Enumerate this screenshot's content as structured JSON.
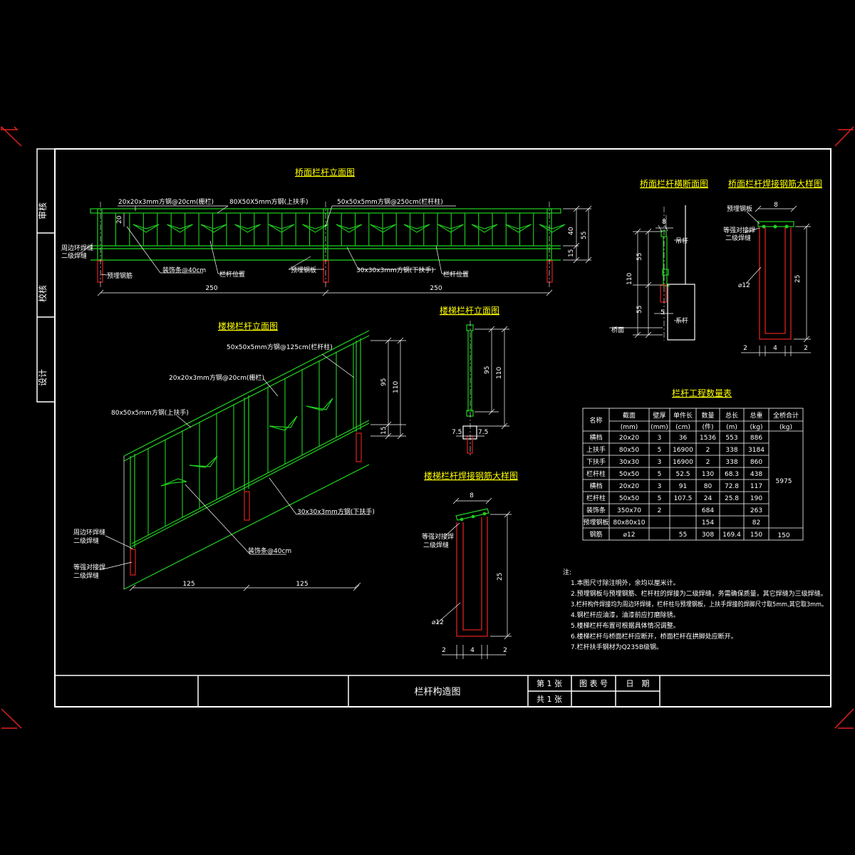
{
  "colors": {
    "bg": "#000000",
    "frame": "#ffffff",
    "green": "#1fd21f",
    "red": "#e02020",
    "yellow": "#ffff00",
    "text": "#ffffff"
  },
  "side_labels": [
    "审核",
    "校核",
    "设计"
  ],
  "views": {
    "bridge_elevation": {
      "title": "桥面栏杆立面图",
      "label_bar_small": "20x20x3mm方钢@20cm(栅栏)",
      "label_top_rail": "80X50X5mm方钢(上扶手)",
      "label_post": "50x50x5mm方钢@250cm(栏杆柱)",
      "label_weld": "周边环焊缝",
      "label_weld2": "二级焊缝",
      "label_embed": "预埋钢筋",
      "label_deco": "装饰条@40cm",
      "label_post_pos1": "栏杆位置",
      "label_plate": "预埋钢板",
      "label_bottom_rail": "30x30x3mm方钢(下扶手)",
      "label_post_pos2": "栏杆位置",
      "dim_20": "20",
      "dim_40": "40",
      "dim_55": "55",
      "dim_15": "15",
      "dim_250a": "250",
      "dim_250b": "250"
    },
    "bridge_section": {
      "title": "桥面栏杆横断面图",
      "dim_8": "8",
      "label_hang": "吊杆",
      "dim_55": "55",
      "dim_110": "110",
      "dim_55b": "55",
      "dim_5": "5",
      "label_tie": "系杆",
      "label_deck": "桥面"
    },
    "bridge_weld_detail": {
      "title": "桥面栏杆焊接钢筋大样图",
      "dim_8": "8",
      "label_plate": "预埋钢板",
      "label_weld1": "等强对接焊",
      "label_weld2": "二级焊缝",
      "label_rebar": "⌀12",
      "dim_25": "25",
      "dim_2a": "2",
      "dim_4": "4",
      "dim_2b": "2"
    },
    "stair_elevation": {
      "title": "楼梯栏杆立面图",
      "label_post": "50x50x5mm方钢@125cm(栏杆柱)",
      "label_bar": "20x20x3mm方钢@20cm(栅栏)",
      "label_top": "80x50x5mm方钢(上扶手)",
      "label_bottom": "30x30x3mm方钢(下扶手)",
      "label_deco": "装饰条@40cm",
      "label_weld1": "周边环焊缝",
      "label_weld2": "二级焊缝",
      "label_weld3": "等强对接焊",
      "label_weld4": "二级焊缝",
      "dim_95": "95",
      "dim_110": "110",
      "dim_15": "15",
      "dim_125a": "125",
      "dim_125b": "125"
    },
    "stair_section": {
      "title": "楼梯栏杆立面图",
      "dim_95": "95",
      "dim_110": "110",
      "dim_75a": "7.5",
      "dim_75b": "7.5"
    },
    "stair_weld_detail": {
      "title": "楼梯栏杆焊接钢筋大样图",
      "dim_8": "8",
      "label_weld1": "等强对接焊",
      "label_weld2": "二级焊缝",
      "dim_25": "25",
      "label_rebar": "⌀12",
      "dim_2a": "2",
      "dim_4": "4",
      "dim_2b": "2"
    }
  },
  "table": {
    "title": "栏杆工程数量表",
    "headers": [
      "名称",
      "截面",
      "壁厚",
      "单件长",
      "数量",
      "总长",
      "总重",
      "全桥合计"
    ],
    "units": [
      "(mm)",
      "(mm)",
      "(cm)",
      "(件)",
      "(m)",
      "(kg)",
      "(kg)"
    ],
    "rows": [
      [
        "横档",
        "20x20",
        "3",
        "36",
        "1536",
        "553",
        "886"
      ],
      [
        "上扶手",
        "80x50",
        "5",
        "16900",
        "2",
        "338",
        "3184"
      ],
      [
        "下扶手",
        "30x30",
        "3",
        "16900",
        "2",
        "338",
        "860"
      ],
      [
        "栏杆柱",
        "50x50",
        "5",
        "52.5",
        "130",
        "68.3",
        "438"
      ],
      [
        "横档",
        "20x20",
        "3",
        "91",
        "80",
        "72.8",
        "117"
      ],
      [
        "栏杆柱",
        "50x50",
        "5",
        "107.5",
        "24",
        "25.8",
        "190"
      ],
      [
        "装饰条",
        "350x70",
        "2",
        "",
        "684",
        "",
        "263"
      ],
      [
        "预埋钢板",
        "80x80x10",
        "",
        "",
        "154",
        "",
        "82"
      ],
      [
        "钢筋",
        "⌀12",
        "",
        "55",
        "308",
        "169.4",
        "150"
      ]
    ],
    "total_merged": "5975",
    "total_last": "150"
  },
  "notes": {
    "heading": "注:",
    "lines": [
      "1.本图尺寸除注明外，余均以厘米计。",
      "2.预埋钢板与预埋钢筋、栏杆柱的焊接为二级焊缝，务需确保质量，其它焊缝为三级焊缝。",
      "3.栏杆构件焊接均为周边环焊缝，栏杆柱与预埋钢板，上扶手焊接的焊脚尺寸取5mm,其它取3mm。",
      "4.钢栏杆应油漆，油漆前应打磨除锈。",
      "5.楼梯栏杆布置可根据具体情况调整。",
      "6.楼梯栏杆与桥面栏杆应断开，桥面栏杆在拱脚处应断开。",
      "7.栏杆扶手钢材为Q235B级钢。"
    ]
  },
  "title_block": {
    "drawing_title": "栏杆构造图",
    "sheet_no": "第 1 张",
    "sheet_total": "共 1 张",
    "drawing_no_label": "图 表 号",
    "date_label": "日　期"
  }
}
